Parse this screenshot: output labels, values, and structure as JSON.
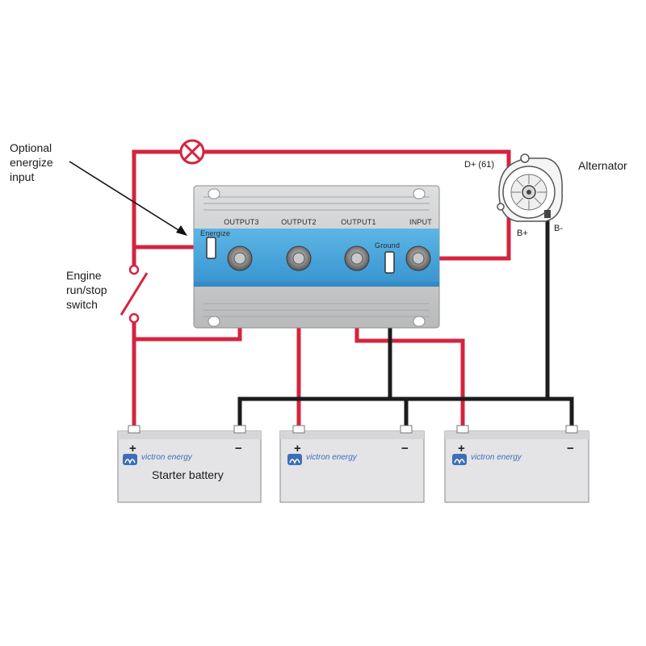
{
  "labels": {
    "optional_energize": [
      "Optional",
      "energize",
      "input"
    ],
    "engine_switch": [
      "Engine",
      "run/stop",
      "switch"
    ],
    "alternator": "Alternator",
    "d_plus": "D+ (61)",
    "b_plus": "B+",
    "b_minus": "B-"
  },
  "isolator": {
    "terminals": [
      "OUTPUT3",
      "OUTPUT2",
      "OUTPUT1",
      "INPUT"
    ],
    "energize": "Energize",
    "ground": "Ground"
  },
  "batteries": [
    {
      "brand": "victron energy",
      "plus": "+",
      "minus": "−",
      "name": "Starter battery"
    },
    {
      "brand": "victron energy",
      "plus": "+",
      "minus": "−",
      "name": ""
    },
    {
      "brand": "victron energy",
      "plus": "+",
      "minus": "−",
      "name": ""
    }
  ],
  "colors": {
    "positive_wire": "#d4243f",
    "negative_wire": "#1c1c1c",
    "isolator_band": "#4aa8dc",
    "isolator_body": "#c9cacb",
    "battery_body": "#e4e4e6"
  }
}
